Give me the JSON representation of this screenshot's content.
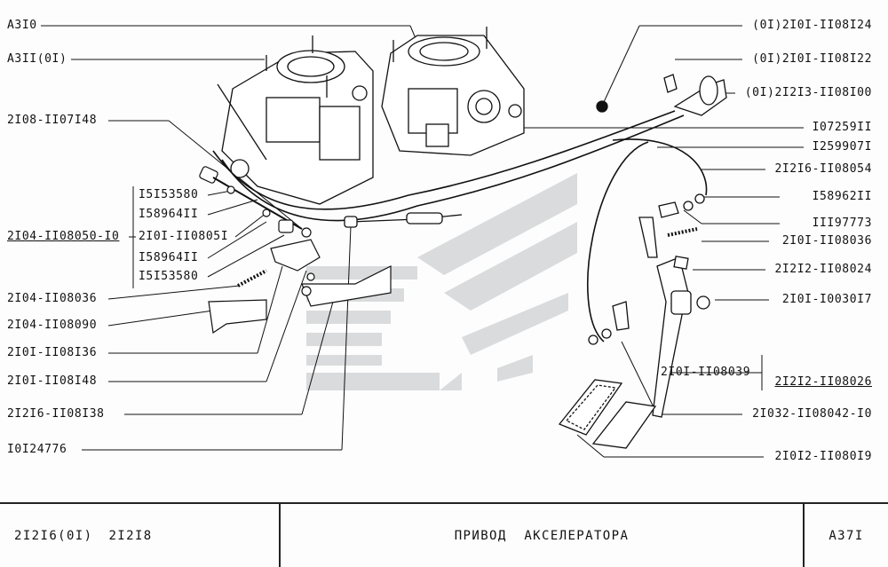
{
  "left_labels": [
    "A3I0",
    "A3II(0I)",
    "2I08-II07I48",
    "I5I53580",
    "I58964II",
    "2I04-II08050-I0",
    "2I0I-II0805I",
    "I58964II",
    "I5I53580",
    "2I04-II08036",
    "2I04-II08090",
    "2I0I-II08I36",
    "2I0I-II08I48",
    "2I2I6-II08I38",
    "I0I24776"
  ],
  "right_labels": [
    "(0I)2I0I-II08I24",
    "(0I)2I0I-II08I22",
    "(0I)2I2I3-II08I00",
    "I07259II",
    "I259907I",
    "2I2I6-II08054",
    "I58962II",
    "III97773",
    "2I0I-II08036",
    "2I2I2-II08024",
    "2I0I-I0030I7",
    "2I2I2-II08026",
    "2I0I-II08039",
    "2I032-II08042-I0",
    "2I0I2-II080I9"
  ],
  "footer": {
    "models": [
      "2I2I6(0I)",
      "2I2I8"
    ],
    "title": "ПРИВОД  АКСЕЛЕРАТОРА",
    "code": "A37I"
  },
  "colors": {
    "line": "#111111",
    "watermark": "#d4d6d7",
    "paper": "#fdfdfd"
  }
}
